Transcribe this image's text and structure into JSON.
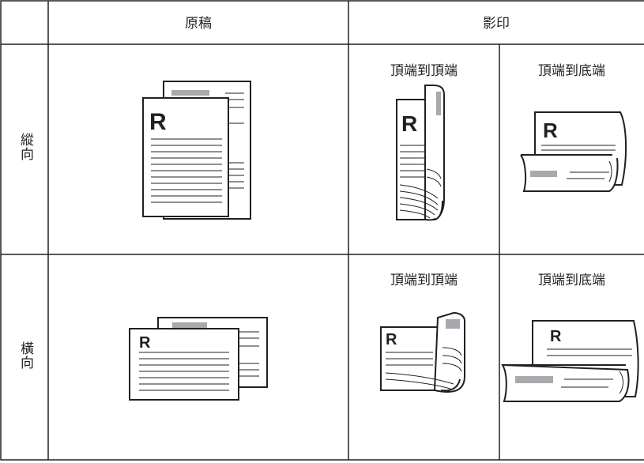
{
  "header": {
    "original": "原稿",
    "copy": "影印"
  },
  "rows": {
    "portrait": "縱向",
    "landscape": "橫向"
  },
  "labels": {
    "p_top_to_top": "頂端到頂端",
    "p_top_to_bottom": "頂端到底端",
    "l_top_to_top": "頂端到頂端",
    "l_top_to_bottom": "頂端到底端"
  },
  "glyph": "R",
  "colors": {
    "line": "#231f20",
    "gray": "#a7a9ac",
    "bg": "#ffffff"
  }
}
